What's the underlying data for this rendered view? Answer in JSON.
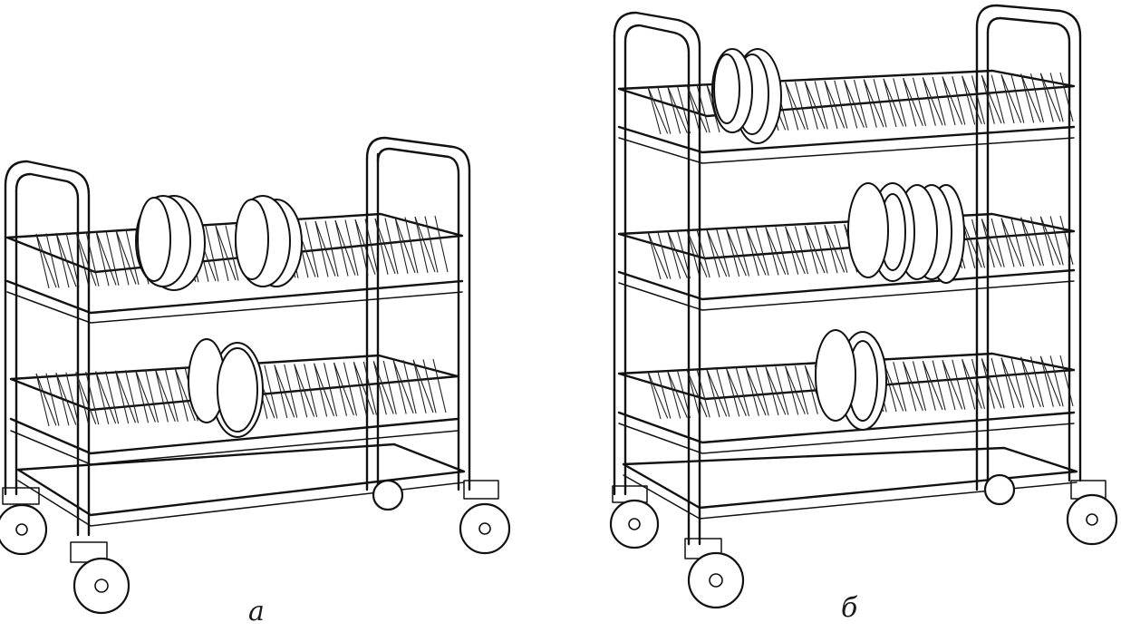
{
  "figure": {
    "captions": {
      "a": "а",
      "b": "б"
    },
    "trolleys": [
      {
        "id": "a",
        "shelves": 2,
        "plate_groups_per_shelf": [
          2,
          1
        ]
      },
      {
        "id": "b",
        "shelves": 3,
        "plate_groups_per_shelf": [
          1,
          1,
          1
        ]
      }
    ],
    "colors": {
      "line": "#111111",
      "background": "#ffffff"
    }
  }
}
